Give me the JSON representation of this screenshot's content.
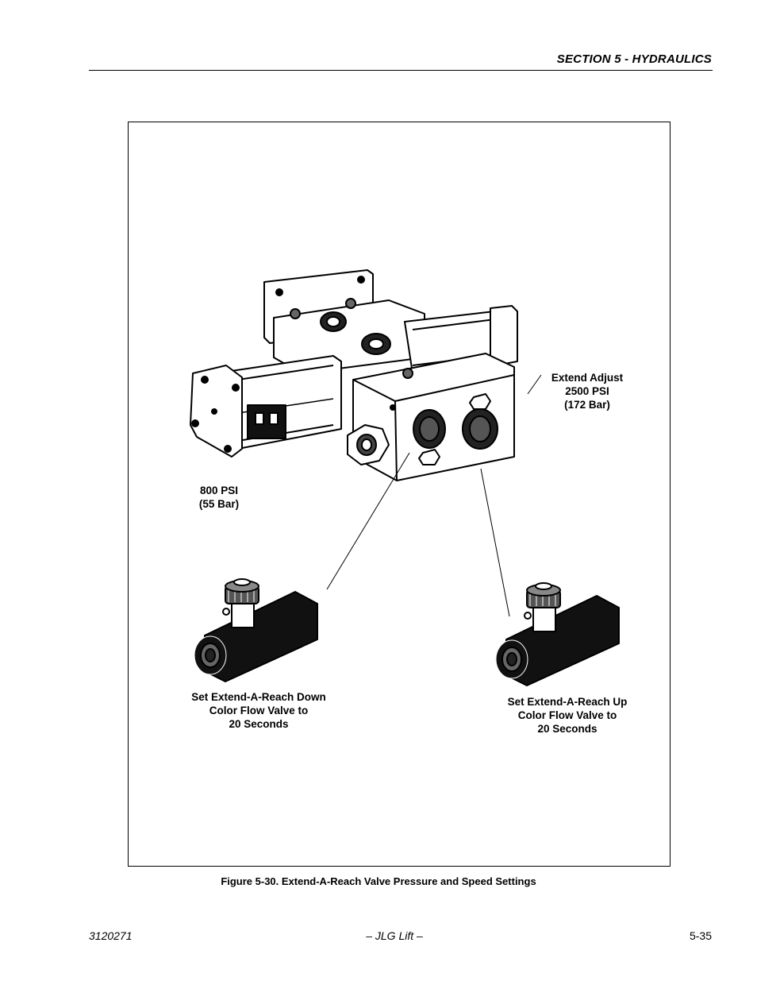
{
  "header": {
    "section_title": "SECTION 5 - HYDRAULICS"
  },
  "figure": {
    "callouts": {
      "extend_adjust": "Extend Adjust\n2500 PSI\n(172 Bar)",
      "retract_adjust": "800 PSI\n(55 Bar)",
      "down_valve": "Set Extend-A-Reach Down\nColor Flow Valve to\n20 Seconds",
      "up_valve": "Set Extend-A-Reach Up\nColor Flow Valve to\n20 Seconds"
    },
    "caption": "Figure 5-30.  Extend-A-Reach Valve Pressure and Speed Settings"
  },
  "footer": {
    "doc_number": "3120271",
    "publisher": "– JLG Lift –",
    "page_number": "5-35"
  }
}
